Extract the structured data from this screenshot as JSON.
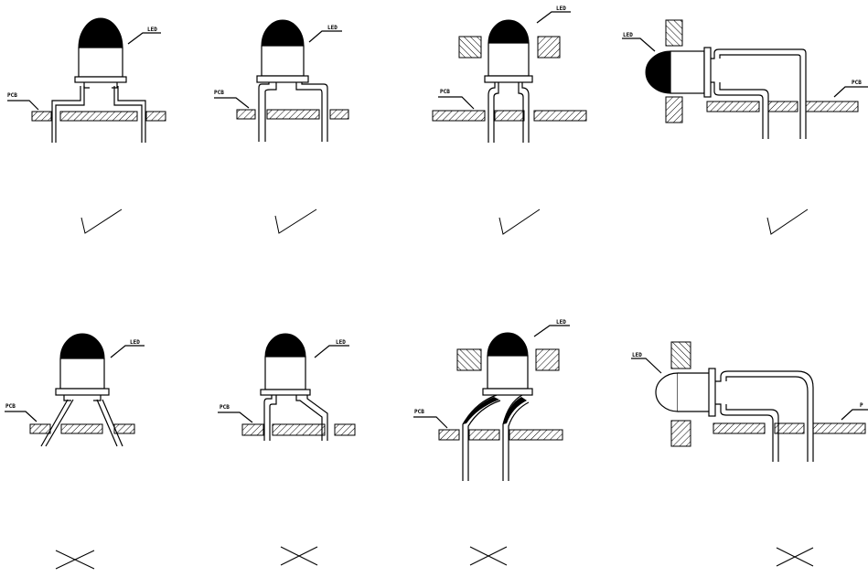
{
  "labels": {
    "led": "LED",
    "pcb": "PCB",
    "pcb_cut": "P"
  },
  "verdicts": {
    "ok": "correct",
    "bad": "incorrect"
  },
  "panels": [
    {
      "id": "panel-1",
      "verdict": "ok"
    },
    {
      "id": "panel-2",
      "verdict": "ok"
    },
    {
      "id": "panel-3",
      "verdict": "ok"
    },
    {
      "id": "panel-4",
      "verdict": "ok"
    },
    {
      "id": "panel-5",
      "verdict": "bad"
    },
    {
      "id": "panel-6",
      "verdict": "bad"
    },
    {
      "id": "panel-7",
      "verdict": "bad"
    },
    {
      "id": "panel-8",
      "verdict": "bad"
    }
  ]
}
